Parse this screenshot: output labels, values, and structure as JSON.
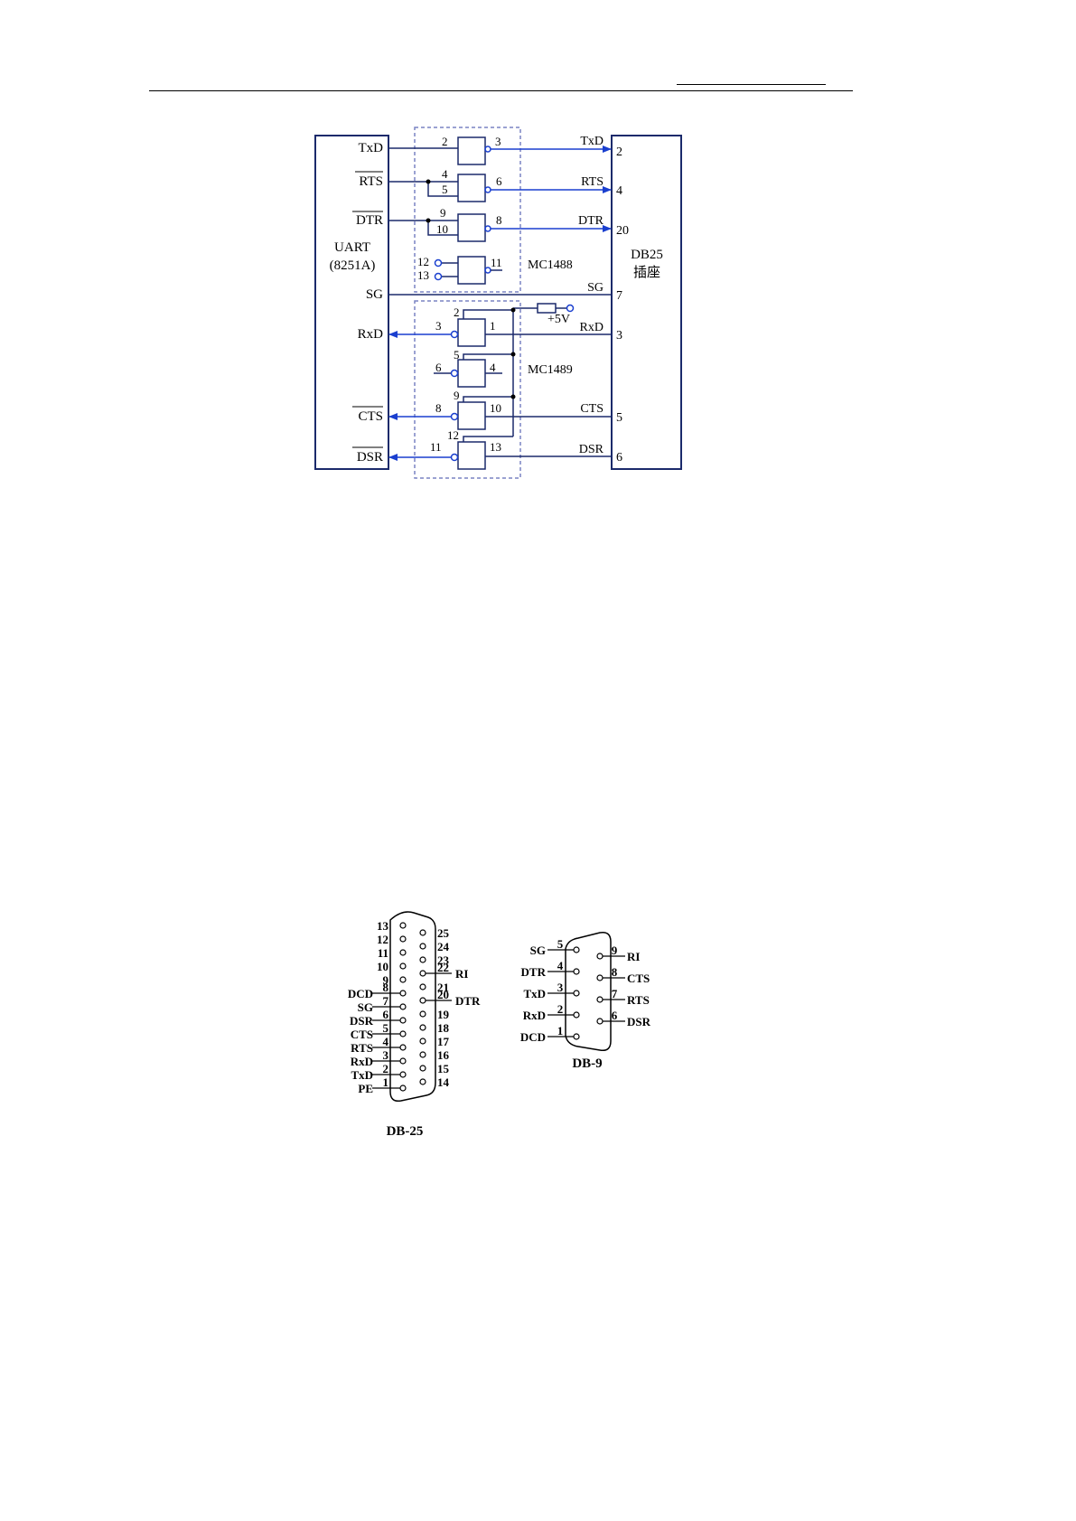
{
  "fig1": {
    "uart": {
      "name": "UART",
      "part": "(8251A)"
    },
    "connector": {
      "name": "DB25",
      "sub": "插座"
    },
    "drivers_chip": "MC1488",
    "receivers_chip": "MC1489",
    "supply": "+5V",
    "uart_signals": [
      "TxD",
      "RTS",
      "DTR",
      "SG",
      "RxD",
      "CTS",
      "DSR"
    ],
    "connector_signals": [
      "TxD",
      "RTS",
      "DTR",
      "SG",
      "RxD",
      "CTS",
      "DSR"
    ],
    "connector_pins": [
      "2",
      "4",
      "20",
      "7",
      "3",
      "5",
      "6"
    ],
    "gate_pins": {
      "g1": [
        "2",
        "3"
      ],
      "g2": [
        "4",
        "5",
        "6"
      ],
      "g3": [
        "9",
        "10",
        "8"
      ],
      "g4": [
        "12",
        "13",
        "11"
      ],
      "r1": [
        "2",
        "3",
        "1"
      ],
      "r2": [
        "5",
        "6",
        "4"
      ],
      "r3": [
        "9",
        "8",
        "10"
      ],
      "r4": [
        "12",
        "11",
        "13"
      ]
    }
  },
  "db25": {
    "caption": "DB-25",
    "left_pins": [
      "13",
      "12",
      "11",
      "10",
      "9",
      "8",
      "7",
      "6",
      "5",
      "4",
      "3",
      "2",
      "1"
    ],
    "left_signals": [
      "",
      "",
      "",
      "",
      "",
      "DCD",
      "SG",
      "DSR",
      "CTS",
      "RTS",
      "RxD",
      "TxD",
      "PE"
    ],
    "right_pins": [
      "25",
      "24",
      "23",
      "22",
      "21",
      "20",
      "19",
      "18",
      "17",
      "16",
      "15",
      "14"
    ],
    "right_signals": [
      "",
      "",
      "",
      "RI",
      "",
      "DTR",
      "",
      "",
      "",
      "",
      "",
      ""
    ]
  },
  "db9": {
    "caption": "DB-9",
    "left_pins": [
      "5",
      "4",
      "3",
      "2",
      "1"
    ],
    "left_signals": [
      "SG",
      "DTR",
      "TxD",
      "RxD",
      "DCD"
    ],
    "right_pins": [
      "9",
      "8",
      "7",
      "6"
    ],
    "right_signals": [
      "RI",
      "CTS",
      "RTS",
      "DSR"
    ]
  }
}
